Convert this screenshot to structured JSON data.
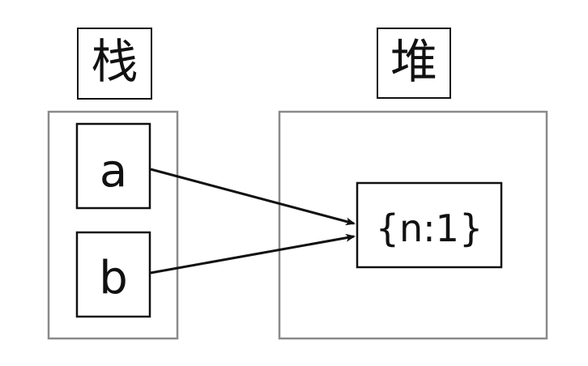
{
  "diagram": {
    "stack_label": "栈",
    "heap_label": "堆",
    "variables": [
      {
        "name": "a"
      },
      {
        "name": "b"
      }
    ],
    "heap_object": "{n:1}"
  },
  "colors": {
    "region_border": "#8a8a8a",
    "box_border": "#111111",
    "arrow": "#111111",
    "text": "#111111"
  }
}
